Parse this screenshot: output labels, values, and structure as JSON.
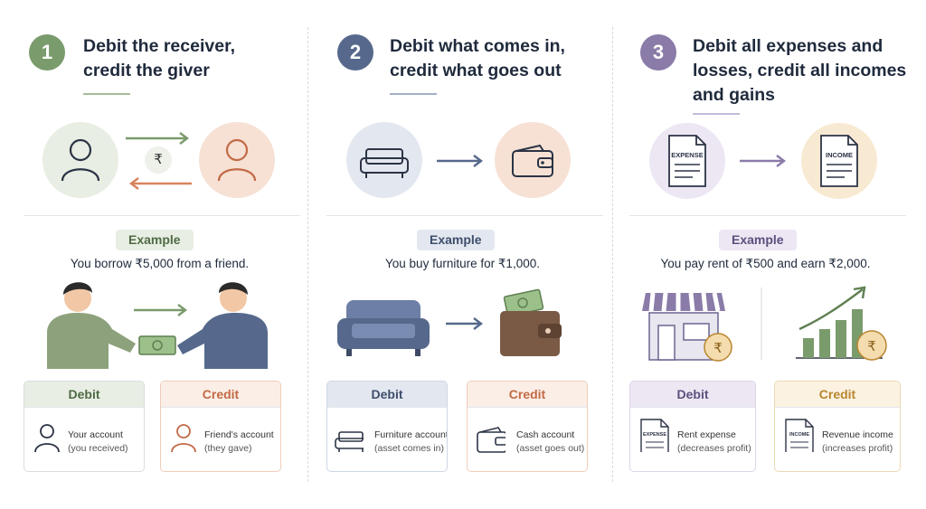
{
  "colors": {
    "green": "#7a9b6c",
    "blue": "#56698c",
    "purple": "#8a7ba8",
    "orange": "#d9835c",
    "gold": "#d4a042"
  },
  "rules": [
    {
      "number": "1",
      "title_line1": "Debit the receiver,",
      "title_line2": "credit the giver",
      "title_line3": "",
      "icons": [
        "person-icon",
        "rupee-icon",
        "person-icon"
      ],
      "example_label": "Example",
      "example_text": "You borrow ₹5,000 from a friend.",
      "debit": {
        "heading": "Debit",
        "line1": "Your account",
        "line2": "(you received)",
        "icon": "person-icon"
      },
      "credit": {
        "heading": "Credit",
        "line1": "Friend's account",
        "line2": "(they gave)",
        "icon": "person-icon"
      }
    },
    {
      "number": "2",
      "title_line1": "Debit what comes in,",
      "title_line2": "credit what goes out",
      "title_line3": "",
      "icons": [
        "sofa-icon",
        "wallet-icon"
      ],
      "example_label": "Example",
      "example_text": "You buy furniture for ₹1,000.",
      "debit": {
        "heading": "Debit",
        "line1": "Furniture account",
        "line2": "(asset comes in)",
        "icon": "sofa-icon"
      },
      "credit": {
        "heading": "Credit",
        "line1": "Cash account",
        "line2": "(asset goes out)",
        "icon": "wallet-icon"
      }
    },
    {
      "number": "3",
      "title_line1": "Debit all expenses and",
      "title_line2": "losses, credit all incomes",
      "title_line3": "and gains",
      "icons": [
        "expense-document-icon",
        "income-document-icon"
      ],
      "doc_expense": "EXPENSE",
      "doc_income": "INCOME",
      "example_label": "Example",
      "example_text": "You pay rent of ₹500 and earn ₹2,000.",
      "debit": {
        "heading": "Debit",
        "line1": "Rent expense",
        "line2": "(decreases profit)",
        "icon": "expense-document-icon"
      },
      "credit": {
        "heading": "Credit",
        "line1": "Revenue income",
        "line2": "(increases profit)",
        "icon": "income-document-icon"
      }
    }
  ],
  "symbols": {
    "rupee": "₹"
  }
}
